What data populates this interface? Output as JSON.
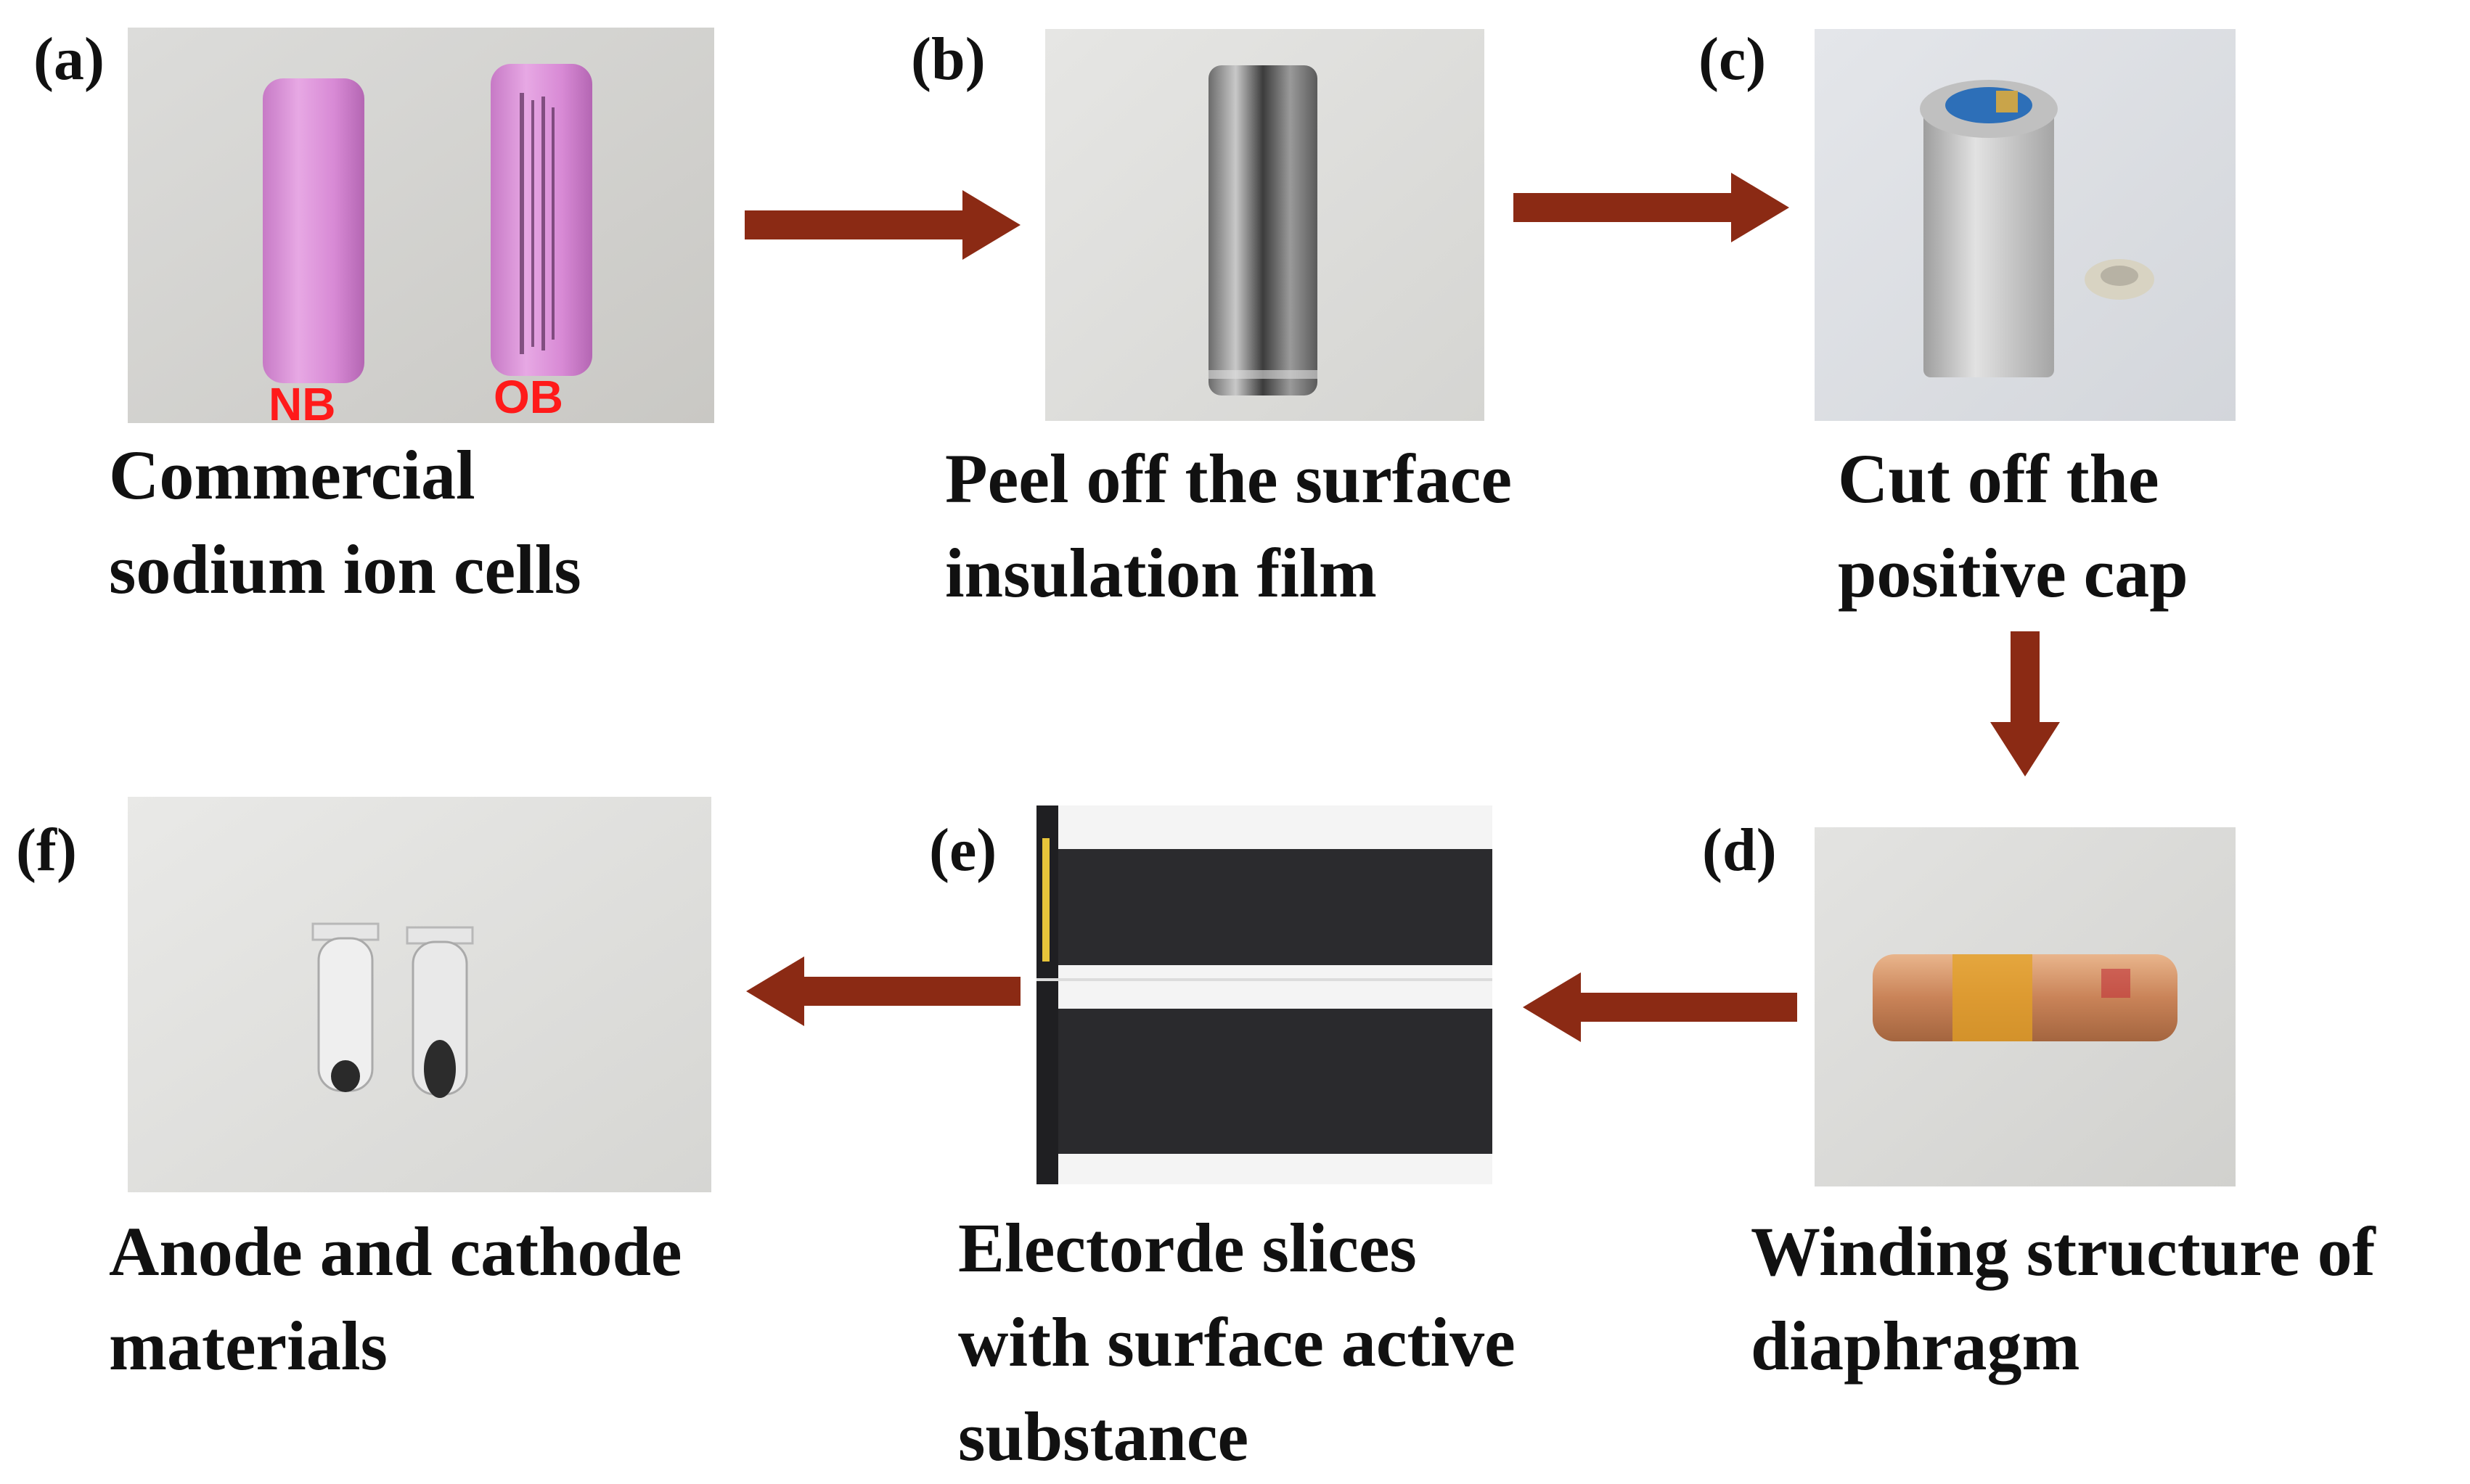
{
  "colors": {
    "arrow": "#8b2a14",
    "cell_pink": "#d98ad6",
    "tag_red": "#ff1a1a"
  },
  "panels": {
    "a": {
      "label": "(a)",
      "caption": "Commercial\nsodium ion cells",
      "tag_left": "NB",
      "tag_right": "OB"
    },
    "b": {
      "label": "(b)",
      "caption": "Peel off the surface\ninsulation film"
    },
    "c": {
      "label": "(c)",
      "caption": "Cut off the\npositive cap"
    },
    "d": {
      "label": "(d)",
      "caption": "Winding structure of\ndiaphragm"
    },
    "e": {
      "label": "(e)",
      "caption": "Electorde slices\nwith surface active\nsubstance"
    },
    "f": {
      "label": "(f)",
      "caption": "Anode and cathode\nmaterials"
    }
  }
}
